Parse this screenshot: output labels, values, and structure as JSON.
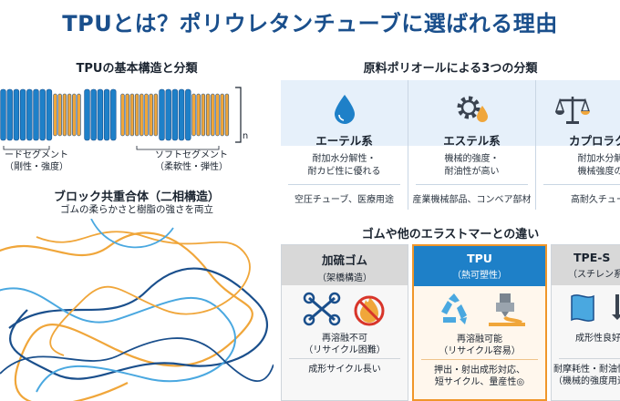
{
  "title": "TPUとは？ポリウレタンチューブに選ばれる理由",
  "structure": {
    "heading": "TPUの基本構造と分類",
    "hard_label_1": "ードセグメント",
    "hard_label_2": "（剛性・強度）",
    "soft_label_1": "ソフトセグメント",
    "soft_label_2": "（柔軟性・弾性）",
    "n_label": "n",
    "block_heading": "ブロック共重合体（二相構造）",
    "block_sub": "ゴムの柔らかさと樹脂の強さを両立",
    "colors": {
      "hard": "#1e80c8",
      "soft": "#f0a63a",
      "dark": "#1a4f8c"
    }
  },
  "raw": {
    "heading": "原料ポリオールによる3つの分類",
    "columns": [
      {
        "icon": "water-drop-icon",
        "name": "エーテル系",
        "feat1": "耐加水分解性・",
        "feat2": "耐カビ性に優れる",
        "use": "空圧チューブ、医療用途"
      },
      {
        "icon": "gear-oil-icon",
        "name": "エステル系",
        "feat1": "機械的強度・",
        "feat2": "耐油性が高い",
        "use": "産業機械部品、コンベア部材"
      },
      {
        "icon": "balance-scale-icon",
        "name": "カプロラクト",
        "feat1": "耐加水分解・",
        "feat2": "機械強度のバ",
        "use": "高耐久チューブ、"
      }
    ]
  },
  "compare": {
    "heading": "ゴムや他のエラストマーとの違い",
    "columns": [
      {
        "h1": "加硫ゴム",
        "h2": "（架橋構造）",
        "a1": "再溶融不可",
        "a2": "（リサイクル困難）",
        "b1": "成形サイクル長い",
        "b2": ""
      },
      {
        "h1": "TPU",
        "h2": "（熱可塑性）",
        "a1": "再溶融可能",
        "a2": "（リサイクル容易）",
        "b1": "押出・射出成形対応、",
        "b2": "短サイクル、量産性◎"
      },
      {
        "h1": "TPE-S",
        "h2": "（スチレン系",
        "a1": "成形性良好",
        "a2": "",
        "b1": "耐摩耗性・耐油性は",
        "b2": "（機械的強度用途は"
      }
    ]
  }
}
